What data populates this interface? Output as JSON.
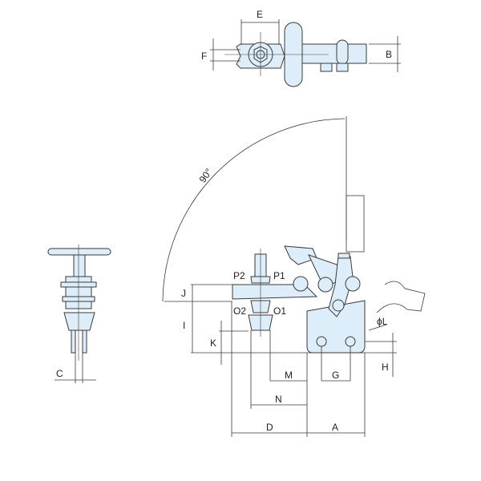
{
  "title": "Toggle clamp dimension drawing",
  "colors": {
    "part_fill": "#ddeefa",
    "line": "#3a3a3a"
  },
  "labels": {
    "E": "E",
    "F": "F",
    "B": "B",
    "angle": "90°",
    "P2": "P2",
    "P1": "P1",
    "J": "J",
    "O2": "O2",
    "O1": "O1",
    "I": "I",
    "K": "K",
    "L": "ϕL",
    "H": "H",
    "M": "M",
    "G": "G",
    "N": "N",
    "D": "D",
    "A": "A",
    "C": "C"
  }
}
